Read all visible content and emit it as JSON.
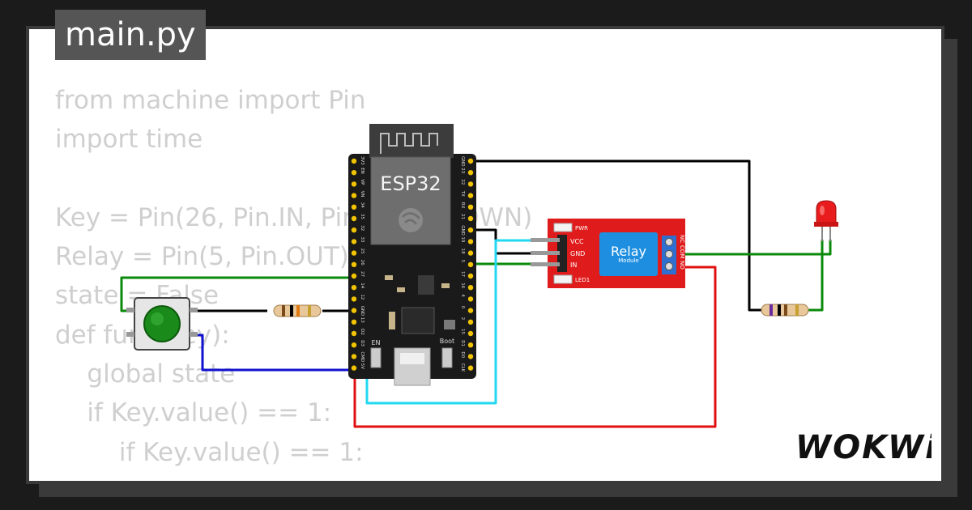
{
  "editor": {
    "tab_label": "main.py",
    "code_lines": [
      "from machine import Pin",
      "import time",
      "",
      "Key = Pin(26, Pin.IN, Pin.PULL_DOWN)",
      "Relay = Pin(5, Pin.OUT)",
      "state = False",
      "def func(key):",
      "    global state",
      "    if Key.value() == 1:",
      "        if Key.value() == 1:"
    ]
  },
  "esp32": {
    "label": "ESP32",
    "left_pins": [
      "3V3",
      "EN",
      "VP",
      "VN",
      "34",
      "35",
      "32",
      "33",
      "25",
      "26",
      "27",
      "14",
      "12",
      "GND",
      "13",
      "D2",
      "D3",
      "CMD",
      "5V"
    ],
    "right_pins": [
      "GND",
      "23",
      "22",
      "TX",
      "RX",
      "21",
      "GND",
      "19",
      "18",
      "5",
      "17",
      "16",
      "4",
      "0",
      "2",
      "15",
      "D1",
      "D0",
      "CLK"
    ],
    "en_label": "EN",
    "boot_label": "Boot"
  },
  "relay": {
    "title": "Relay",
    "subtitle": "Module",
    "pin_labels": [
      "VCC",
      "GND",
      "IN"
    ],
    "terminal_labels": [
      "NC",
      "COM",
      "NO"
    ],
    "pwr_label": "PWR",
    "led_label": "LED1"
  },
  "branding": {
    "logo_text": "WOKWi"
  },
  "colors": {
    "background": "#1b1b1b",
    "card": "#ffffff",
    "code_text": "#cfcfcf",
    "esp_board": "#1a1a1a",
    "relay_board": "#e01b1b",
    "relay_block": "#1e8fe0",
    "wire_green": "#0a8a0a",
    "wire_black": "#000000",
    "wire_blue": "#1010d0",
    "wire_cyan": "#22d8f0",
    "wire_red": "#e01010",
    "led_red": "#e81c1c",
    "button_green": "#1a8a1a"
  }
}
